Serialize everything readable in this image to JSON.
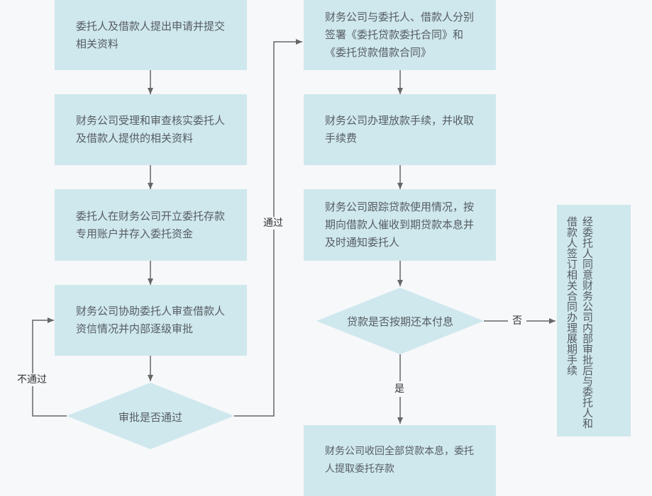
{
  "flow": {
    "left": {
      "step1": "委托人及借款人提出申请并提交相关资料",
      "step2": "财务公司受理和审查核实委托人及借款人提供的相关资料",
      "step3": "委托人在财务公司开立委托存款专用账户并存入委托资金",
      "step4": "财务公司协助委托人审查借款人资信情况并内部逐级审批",
      "decision": "审批是否通过",
      "no_label": "不通过",
      "yes_label": "通过"
    },
    "right": {
      "step5": "财务公司与委托人、借款人分别签署《委托贷款委托合同》和《委托贷款借款合同》",
      "step6": "财务公司办理放款手续，并收取手续费",
      "step7": "财务公司跟踪贷款使用情况，按期向借款人催收到期贷款本息并及时通知委托人",
      "decision": "贷款是否按期还本付息",
      "no_label": "否",
      "yes_label": "是",
      "step8": "财务公司收回全部贷款本息，委托人提取委托存款",
      "extension": "经委托人同意财务公司内部审批后与委托人和借款人签订相关合同办理展期手续"
    }
  },
  "colors": {
    "box_fill": "#cfe8ed",
    "line": "#666666",
    "text": "#555d63",
    "background": "#f7f8fa"
  }
}
